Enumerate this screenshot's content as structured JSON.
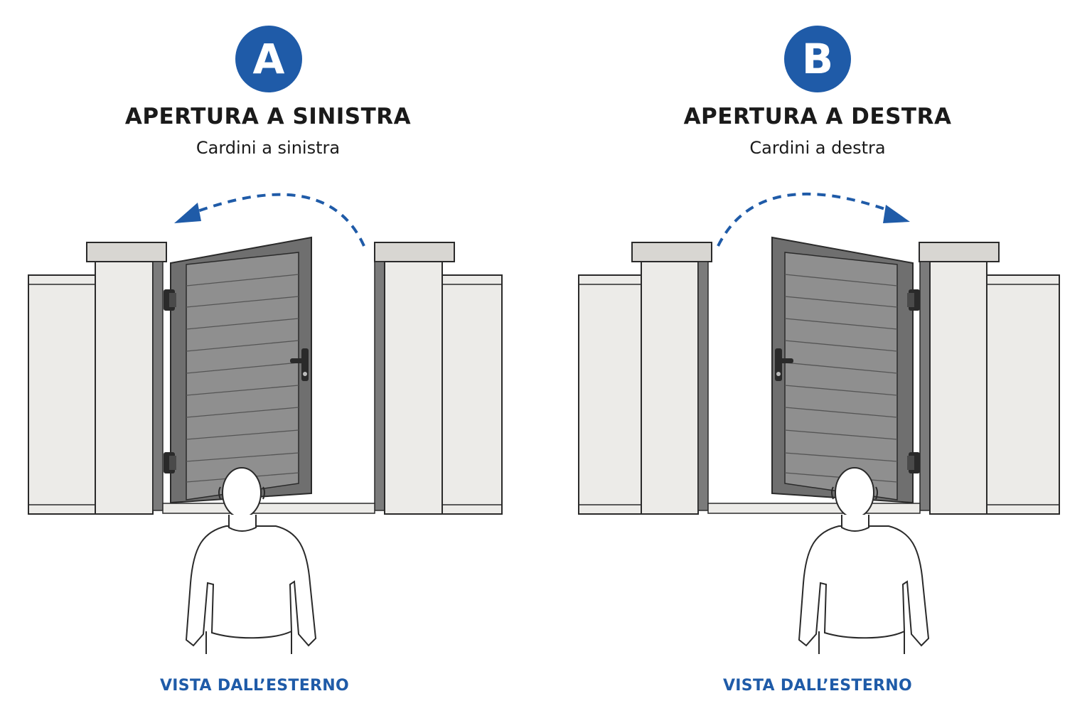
{
  "colors": {
    "accent": "#1f5ba8",
    "wall": "#ecebe8",
    "pillar_cap": "#d8d6d2",
    "gate_fill": "#8f8f8f",
    "gate_frame": "#6f6f6f",
    "outline": "#2a2a2a"
  },
  "panels": [
    {
      "badge": "A",
      "title": "APERTURA A SINISTRA",
      "subtitle": "Cardini a sinistra",
      "caption": "VISTA DALL’ESTERNO",
      "hinge_side": "left",
      "arrow_direction": "right-to-left",
      "icons": [
        "curved-arrow-icon",
        "hinge-icon",
        "door-handle-icon",
        "person-from-behind-icon"
      ]
    },
    {
      "badge": "B",
      "title": "APERTURA A DESTRA",
      "subtitle": "Cardini a destra",
      "caption": "VISTA DALL’ESTERNO",
      "hinge_side": "right",
      "arrow_direction": "left-to-right",
      "icons": [
        "curved-arrow-icon",
        "hinge-icon",
        "door-handle-icon",
        "person-from-behind-icon"
      ]
    }
  ]
}
